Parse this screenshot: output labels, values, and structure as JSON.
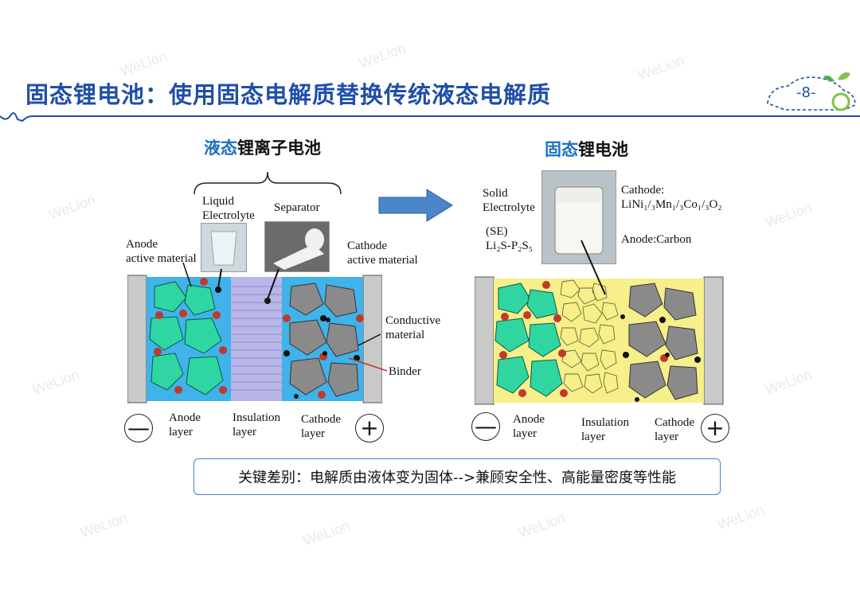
{
  "slide": {
    "title": "固态锂电池：使用固态电解质替换传统液态电解质",
    "page_number": "-8-",
    "watermark": "WeLion"
  },
  "left": {
    "heading_blue": "液态",
    "heading_rest": "锂离子电池",
    "labels": {
      "liquid_electrolyte_1": "Liquid",
      "liquid_electrolyte_2": "Electrolyte",
      "separator": "Separator",
      "anode_active_1": "Anode",
      "anode_active_2": "active material",
      "cathode_active_1": "Cathode",
      "cathode_active_2": "active material",
      "conductive_1": "Conductive",
      "conductive_2": "material",
      "binder": "Binder",
      "anode_layer_1": "Anode",
      "anode_layer_2": "layer",
      "insulation_layer_1": "Insulation",
      "insulation_layer_2": "layer",
      "cathode_layer_1": "Cathode",
      "cathode_layer_2": "layer"
    },
    "minus": "—",
    "plus": "+"
  },
  "right": {
    "heading_blue": "固态",
    "heading_rest": "锂电池",
    "labels": {
      "solid_1": "Solid",
      "solid_2": "Electrolyte",
      "se": "(SE)",
      "se_formula": "Li₂S-P₂S₅",
      "cathode_title": "Cathode:",
      "cathode_formula": "LiNi₁/₃Mn₁/₃Co₁/₃O₂",
      "anode_carbon": "Anode:Carbon",
      "anode_layer_1": "Anode",
      "anode_layer_2": "layer",
      "insulation_layer_1": "Insulation",
      "insulation_layer_2": "layer",
      "cathode_layer_1": "Cathode",
      "cathode_layer_2": "layer"
    },
    "minus": "—",
    "plus": "+"
  },
  "note": "关键差别：电解质由液体变为固体-->兼顾安全性、高能量密度等性能",
  "colors": {
    "title_blue": "#1f4fa8",
    "heading_blue": "#1f6fc0",
    "liquid_bg": "#3fb3ea",
    "solid_bg": "#f6ef8a",
    "anode_green": "#2fd6a2",
    "cathode_gray": "#8a8a8a",
    "red_dot": "#c0392b",
    "arrow_blue": "#4a86c8"
  }
}
